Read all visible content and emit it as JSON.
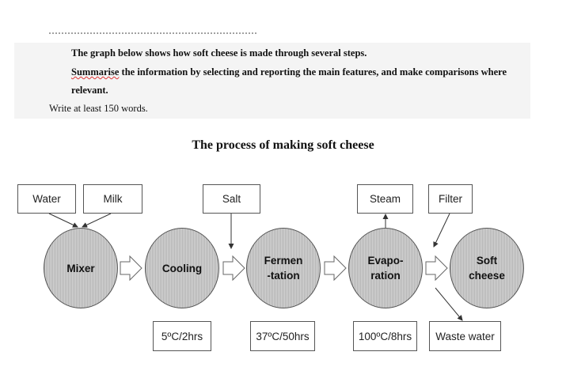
{
  "task": {
    "line1": "The graph below shows how soft cheese is made through several steps.",
    "line2_underlined": "Summarise",
    "line2_rest": " the information by selecting and reporting the main features, and make comparisons where",
    "line3": "relevant.",
    "line4": "Write at least 150 words."
  },
  "diagram": {
    "title": "The process of making soft cheese",
    "inputs": {
      "water": "Water",
      "milk": "Milk",
      "salt": "Salt",
      "steam": "Steam",
      "filter": "Filter"
    },
    "stages": {
      "mixer": "Mixer",
      "cooling": "Cooling",
      "fermentation": "Fermen\n-tation",
      "evaporation": "Evapo-\nration",
      "soft_cheese": "Soft\ncheese"
    },
    "conditions": {
      "cooling": "5ºC/2hrs",
      "fermentation": "37ºC/50hrs",
      "evaporation": "100ºC/8hrs"
    },
    "output": {
      "waste_water": "Waste water"
    }
  }
}
